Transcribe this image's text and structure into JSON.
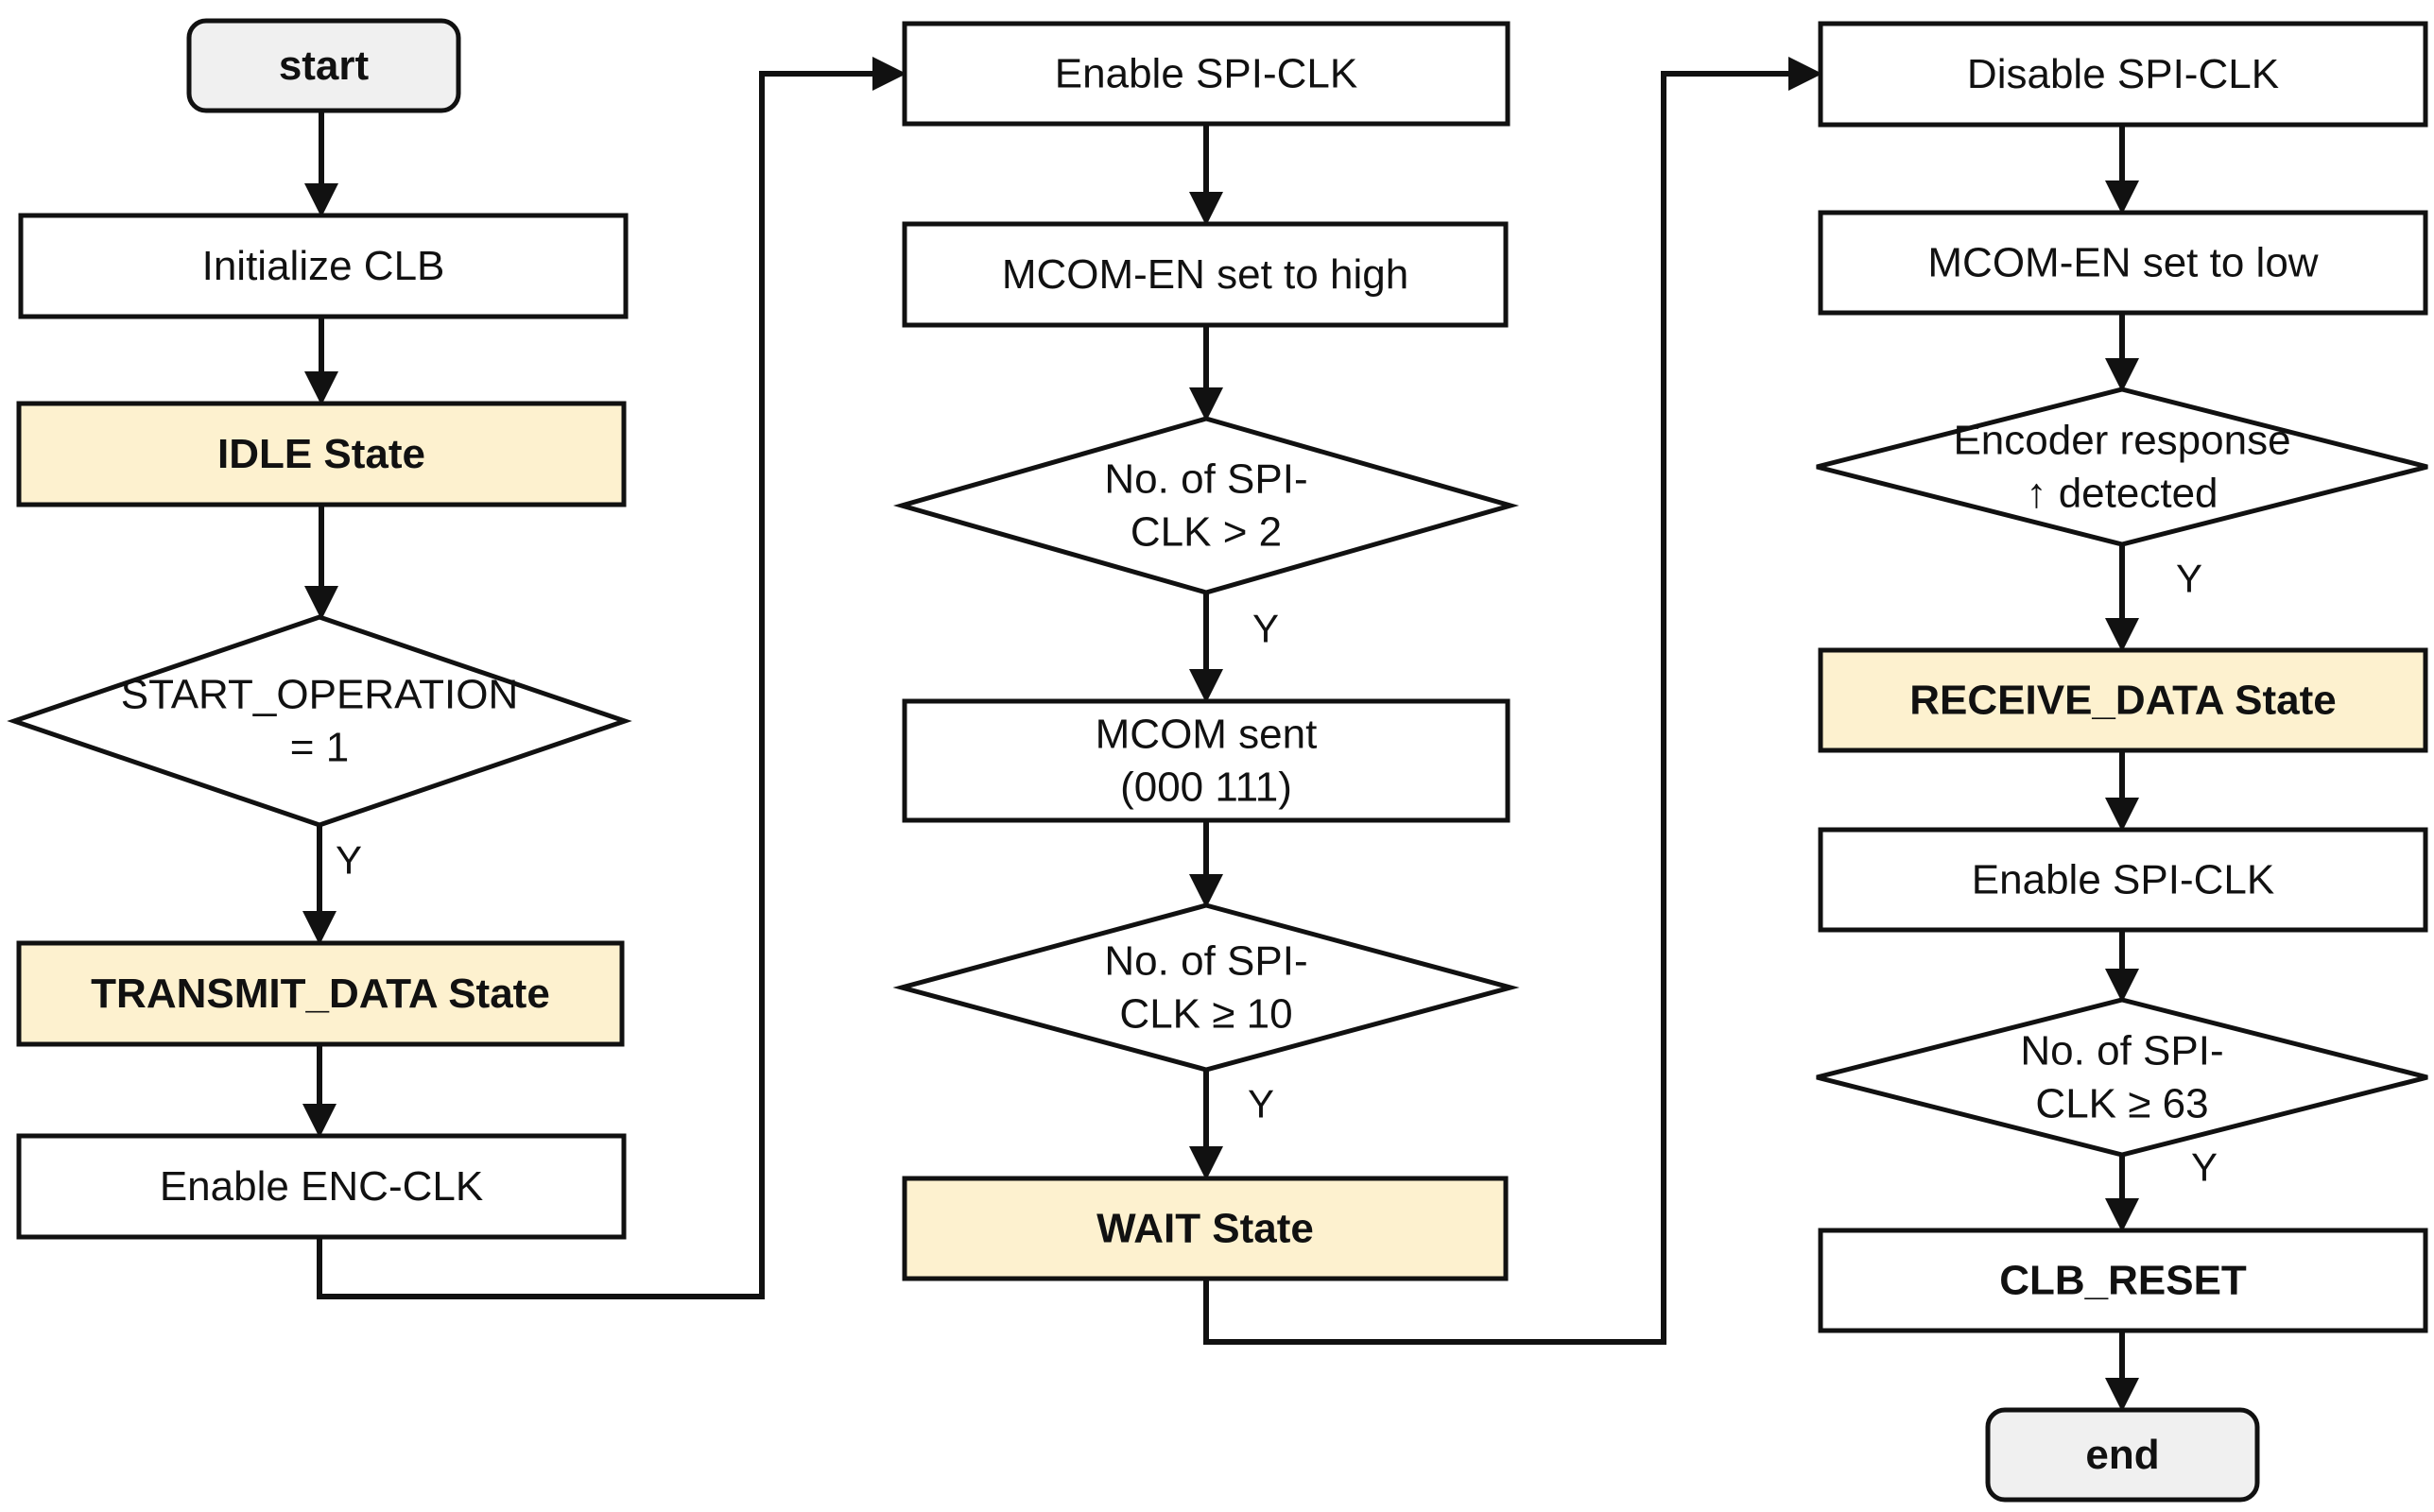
{
  "colors": {
    "stroke": "#111111",
    "process_fill": "#ffffff",
    "state_fill": "#fdf1cf",
    "terminal_fill": "#f0f0f0",
    "text": "#111111"
  },
  "yes_label": "Y",
  "nodes": {
    "start": [
      "start"
    ],
    "init_clb": [
      "Initialize CLB"
    ],
    "idle_state": [
      "IDLE State"
    ],
    "start_operation": [
      "START_OPERATION",
      "= 1"
    ],
    "transmit_state": [
      "TRANSMIT_DATA State"
    ],
    "enable_enc_clk": [
      "Enable ENC-CLK"
    ],
    "enable_spi_clk_1": [
      "Enable SPI-CLK"
    ],
    "mcom_en_high": [
      "MCOM-EN set to high"
    ],
    "spi_clk_gt_2": [
      "No. of SPI-",
      "CLK > 2"
    ],
    "mcom_sent": [
      "MCOM sent",
      "(000 111)"
    ],
    "spi_clk_ge_10": [
      "No. of SPI-",
      "CLK ≥ 10"
    ],
    "wait_state": [
      "WAIT State"
    ],
    "disable_spi_clk": [
      "Disable SPI-CLK"
    ],
    "mcom_en_low": [
      "MCOM-EN set to low"
    ],
    "encoder_response": [
      "Encoder response",
      "↑ detected"
    ],
    "receive_state": [
      "RECEIVE_DATA State"
    ],
    "enable_spi_clk_2": [
      "Enable SPI-CLK"
    ],
    "spi_clk_ge_63": [
      "No. of SPI-",
      "CLK ≥ 63"
    ],
    "clb_reset": [
      "CLB_RESET"
    ],
    "end": [
      "end"
    ]
  }
}
